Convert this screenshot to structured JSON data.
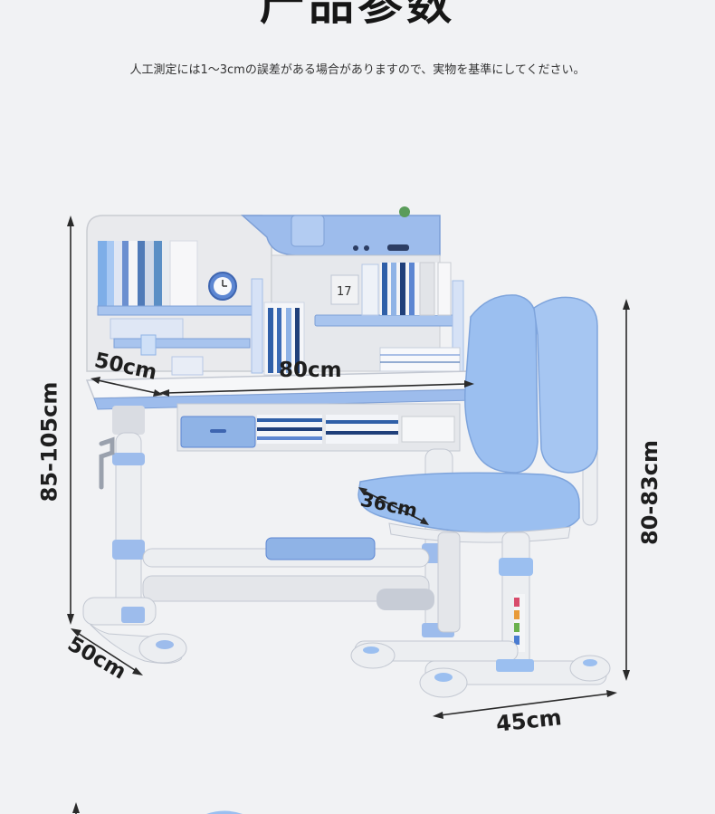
{
  "header": {
    "title": "产品参数",
    "note": "人工測定には1～3cmの誤差がある場合がありますので、実物を基準にしてください。"
  },
  "dimensions": {
    "desk_total_height": "85-105cm",
    "bookshelf_depth": "50cm",
    "desk_width": "80cm",
    "desk_depth": "50cm",
    "seat_width": "36cm",
    "chair_height": "80-83cm",
    "chair_base_width": "45cm"
  },
  "calendar": {
    "digits": "17"
  },
  "colors": {
    "accent_blue": "#8fb3e6",
    "cushion_blue": "#9bbff0",
    "frame_white": "#ecedef",
    "background": "#f1f2f4"
  }
}
